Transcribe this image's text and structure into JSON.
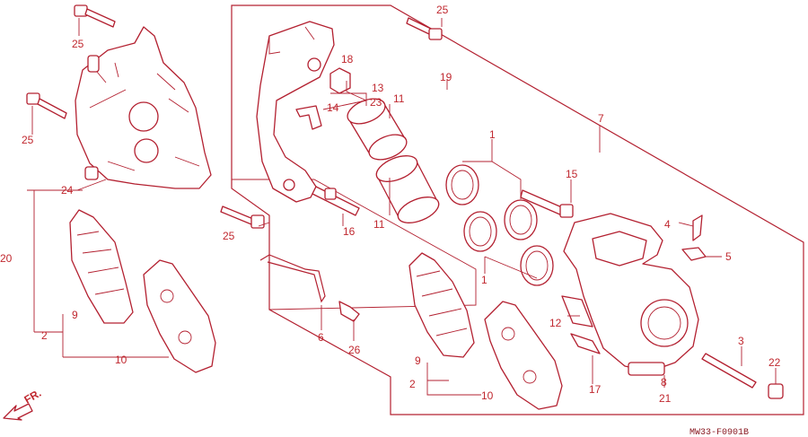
{
  "diagram_code": "MW33-F0901B",
  "direction_label": "FR.",
  "labels": [
    {
      "id": "l25a",
      "text": "25"
    },
    {
      "id": "l25b",
      "text": "25"
    },
    {
      "id": "l25c",
      "text": "25"
    },
    {
      "id": "l25d",
      "text": "25"
    },
    {
      "id": "l20",
      "text": "20"
    },
    {
      "id": "l24",
      "text": "24"
    },
    {
      "id": "l9a",
      "text": "9"
    },
    {
      "id": "l2a",
      "text": "2"
    },
    {
      "id": "l10a",
      "text": "10"
    },
    {
      "id": "l18",
      "text": "18"
    },
    {
      "id": "l13",
      "text": "13"
    },
    {
      "id": "l23",
      "text": "23"
    },
    {
      "id": "l14",
      "text": "14"
    },
    {
      "id": "l11a",
      "text": "11"
    },
    {
      "id": "l11b",
      "text": "11"
    },
    {
      "id": "l19",
      "text": "19"
    },
    {
      "id": "l7",
      "text": "7"
    },
    {
      "id": "l1a",
      "text": "1"
    },
    {
      "id": "l1b",
      "text": "1"
    },
    {
      "id": "l15",
      "text": "15"
    },
    {
      "id": "l4",
      "text": "4"
    },
    {
      "id": "l5",
      "text": "5"
    },
    {
      "id": "l16",
      "text": "16"
    },
    {
      "id": "l6",
      "text": "6"
    },
    {
      "id": "l26",
      "text": "26"
    },
    {
      "id": "l12",
      "text": "12"
    },
    {
      "id": "l17",
      "text": "17"
    },
    {
      "id": "l3",
      "text": "3"
    },
    {
      "id": "l8",
      "text": "8"
    },
    {
      "id": "l21",
      "text": "21"
    },
    {
      "id": "l22",
      "text": "22"
    },
    {
      "id": "l9b",
      "text": "9"
    },
    {
      "id": "l2b",
      "text": "2"
    },
    {
      "id": "l10b",
      "text": "10"
    }
  ]
}
